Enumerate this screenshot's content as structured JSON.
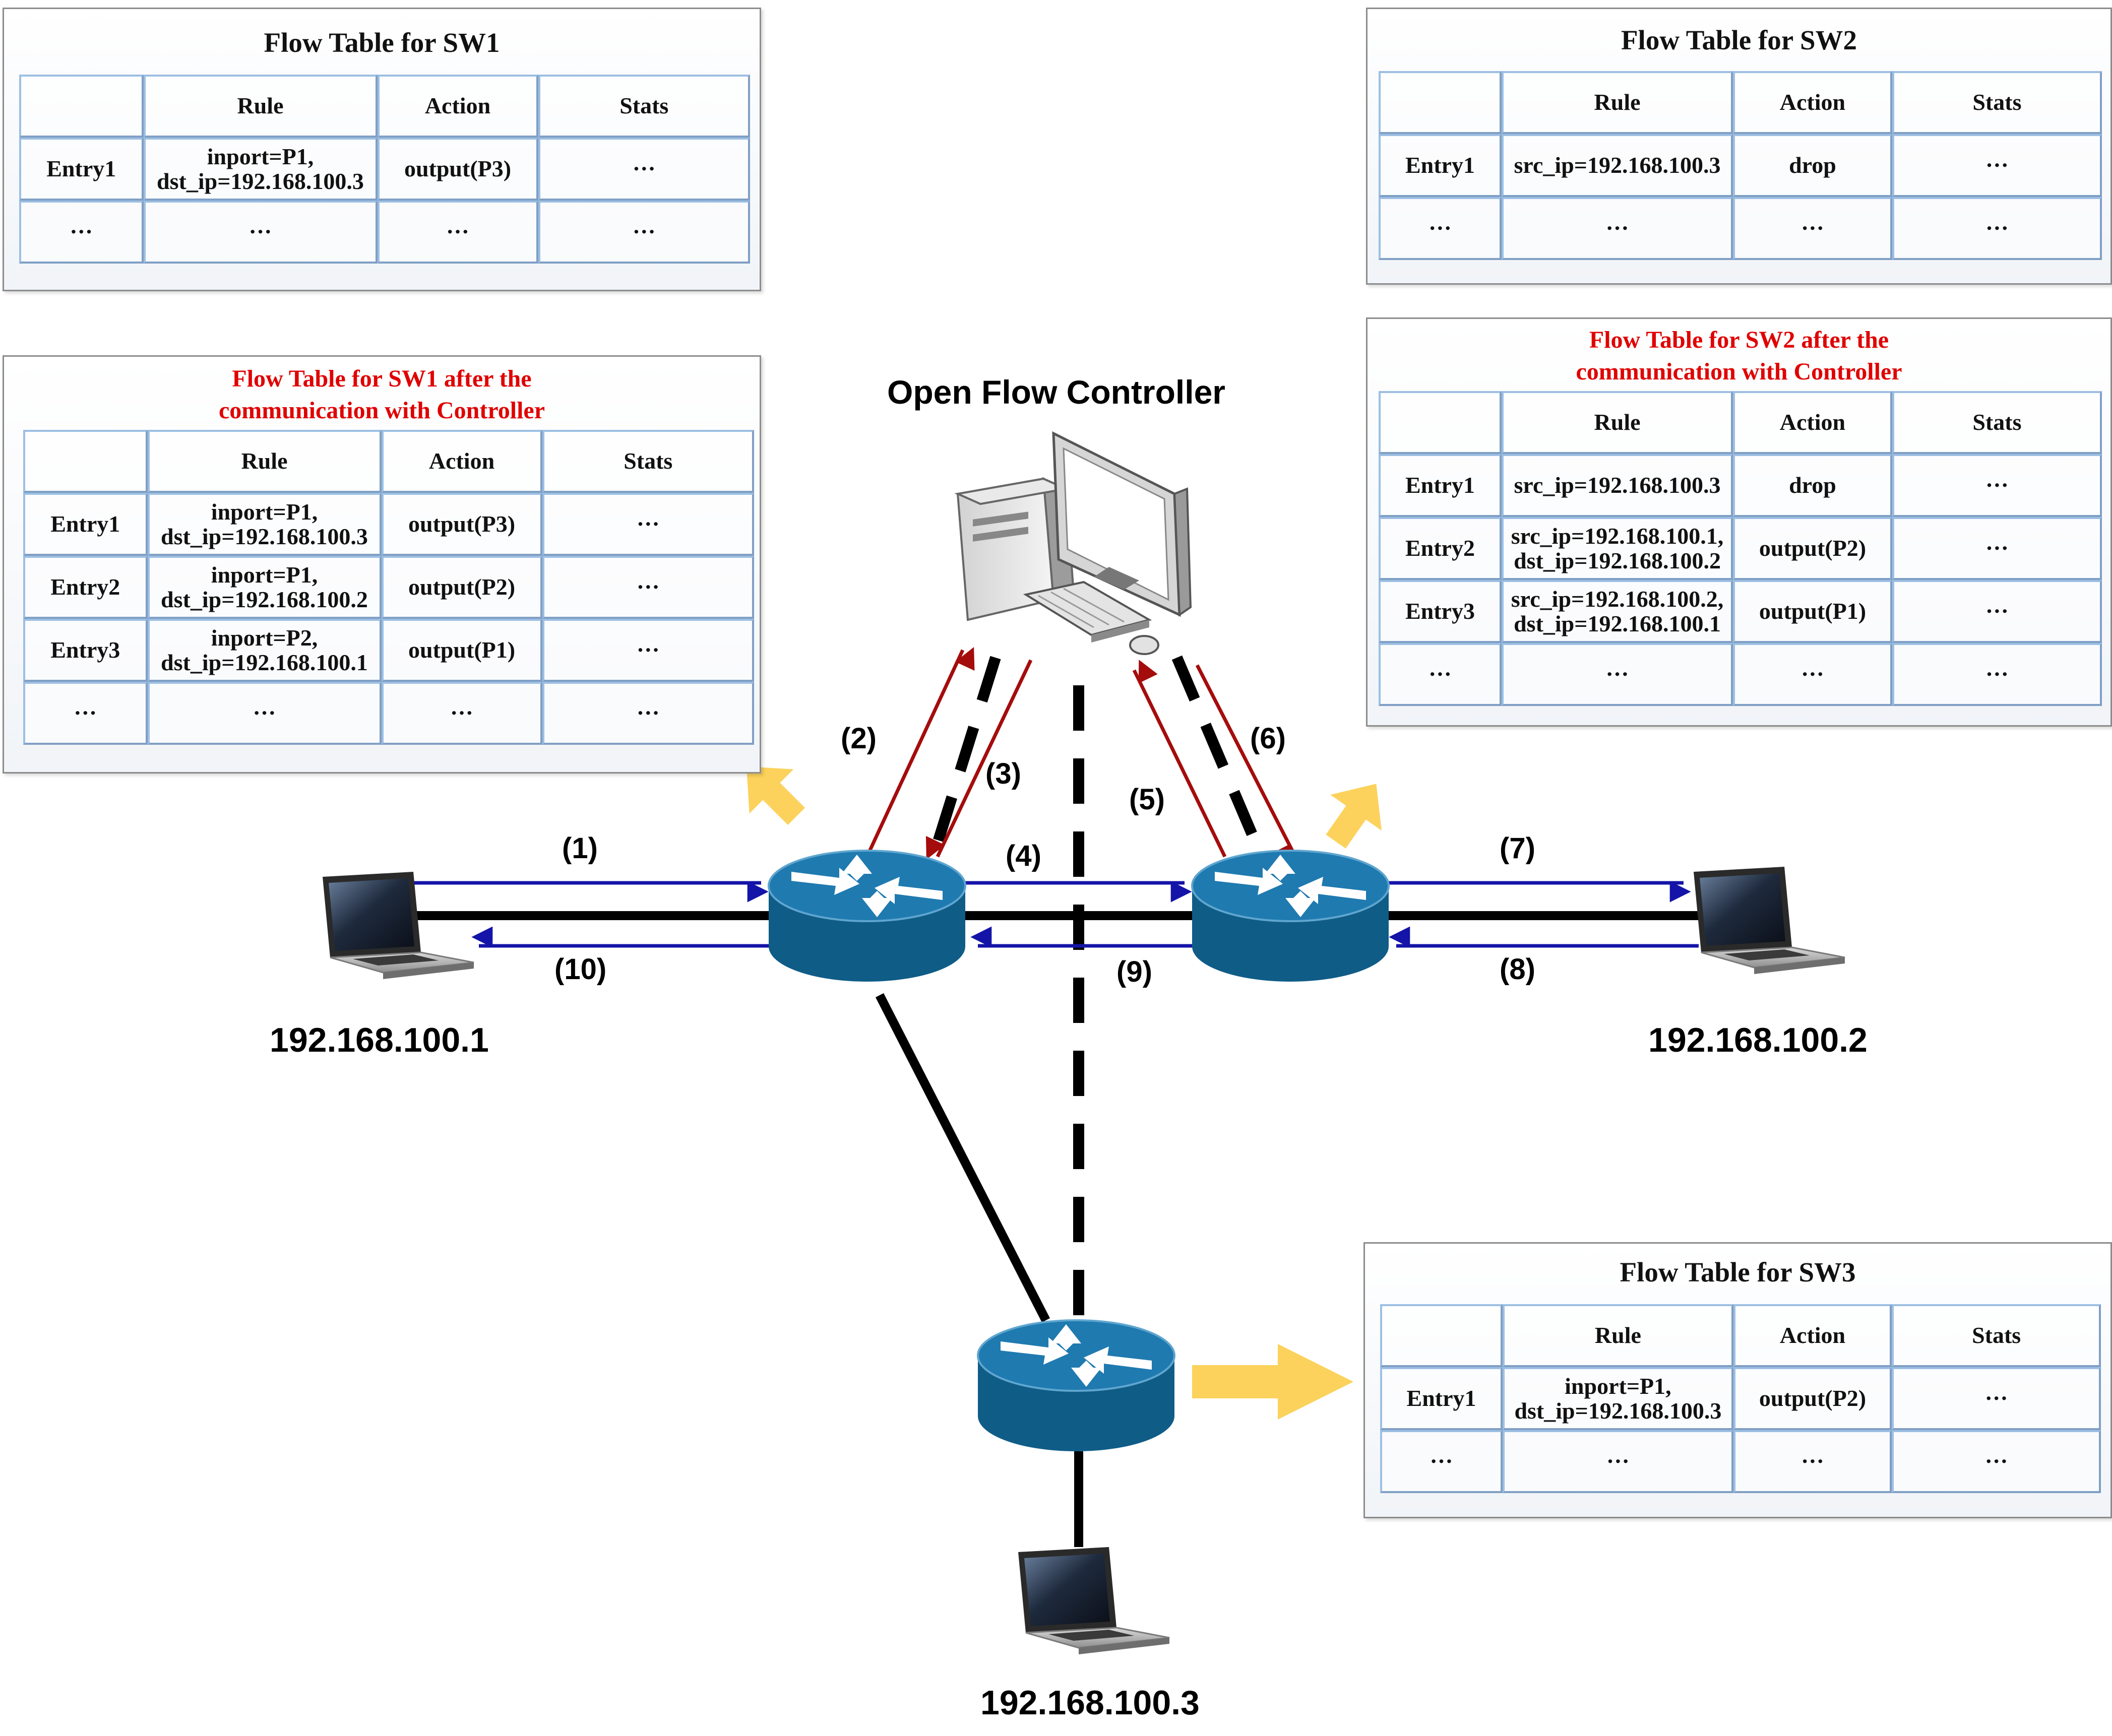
{
  "controller": {
    "label": "Open Flow Controller"
  },
  "hosts": {
    "h1": {
      "ip": "192.168.100.1"
    },
    "h2": {
      "ip": "192.168.100.2"
    },
    "h3": {
      "ip": "192.168.100.3"
    }
  },
  "steps": [
    "(1)",
    "(2)",
    "(3)",
    "(4)",
    "(5)",
    "(6)",
    "(7)",
    "(8)",
    "(9)",
    "(10)"
  ],
  "colors": {
    "data_flow": "#1414a8",
    "control_flow": "#a50c0c",
    "highlight_title": "#e00000",
    "table_update_arrow": "#fcd25c",
    "switch_body": "#0f5c87",
    "table_border": "#9dbfe3"
  },
  "table_headers": [
    "",
    "Rule",
    "Action",
    "Stats"
  ],
  "tables": [
    {
      "id": "sw1",
      "title": "Flow Table for SW1",
      "highlight": false,
      "rows": [
        [
          "Entry1",
          "inport=P1,\ndst_ip=192.168.100.3",
          "output(P3)",
          "···"
        ],
        [
          "···",
          "···",
          "···",
          "···"
        ]
      ]
    },
    {
      "id": "sw2",
      "title": "Flow Table for SW2",
      "highlight": false,
      "rows": [
        [
          "Entry1",
          "src_ip=192.168.100.3",
          "drop",
          "···"
        ],
        [
          "···",
          "···",
          "···",
          "···"
        ]
      ]
    },
    {
      "id": "sw1-after",
      "title": "Flow Table for SW1 after the\ncommunication with Controller",
      "highlight": true,
      "rows": [
        [
          "Entry1",
          "inport=P1,\ndst_ip=192.168.100.3",
          "output(P3)",
          "···"
        ],
        [
          "Entry2",
          "inport=P1,\ndst_ip=192.168.100.2",
          "output(P2)",
          "···"
        ],
        [
          "Entry3",
          "inport=P2,\ndst_ip=192.168.100.1",
          "output(P1)",
          "···"
        ],
        [
          "···",
          "···",
          "···",
          "···"
        ]
      ]
    },
    {
      "id": "sw2-after",
      "title": "Flow Table for SW2 after the\ncommunication with Controller",
      "highlight": true,
      "rows": [
        [
          "Entry1",
          "src_ip=192.168.100.3",
          "drop",
          "···"
        ],
        [
          "Entry2",
          "src_ip=192.168.100.1,\ndst_ip=192.168.100.2",
          "output(P2)",
          "···"
        ],
        [
          "Entry3",
          "src_ip=192.168.100.2,\ndst_ip=192.168.100.1",
          "output(P1)",
          "···"
        ],
        [
          "···",
          "···",
          "···",
          "···"
        ]
      ]
    },
    {
      "id": "sw3",
      "title": "Flow Table for SW3",
      "highlight": false,
      "rows": [
        [
          "Entry1",
          "inport=P1,\ndst_ip=192.168.100.3",
          "output(P2)",
          "···"
        ],
        [
          "···",
          "···",
          "···",
          "···"
        ]
      ]
    }
  ]
}
